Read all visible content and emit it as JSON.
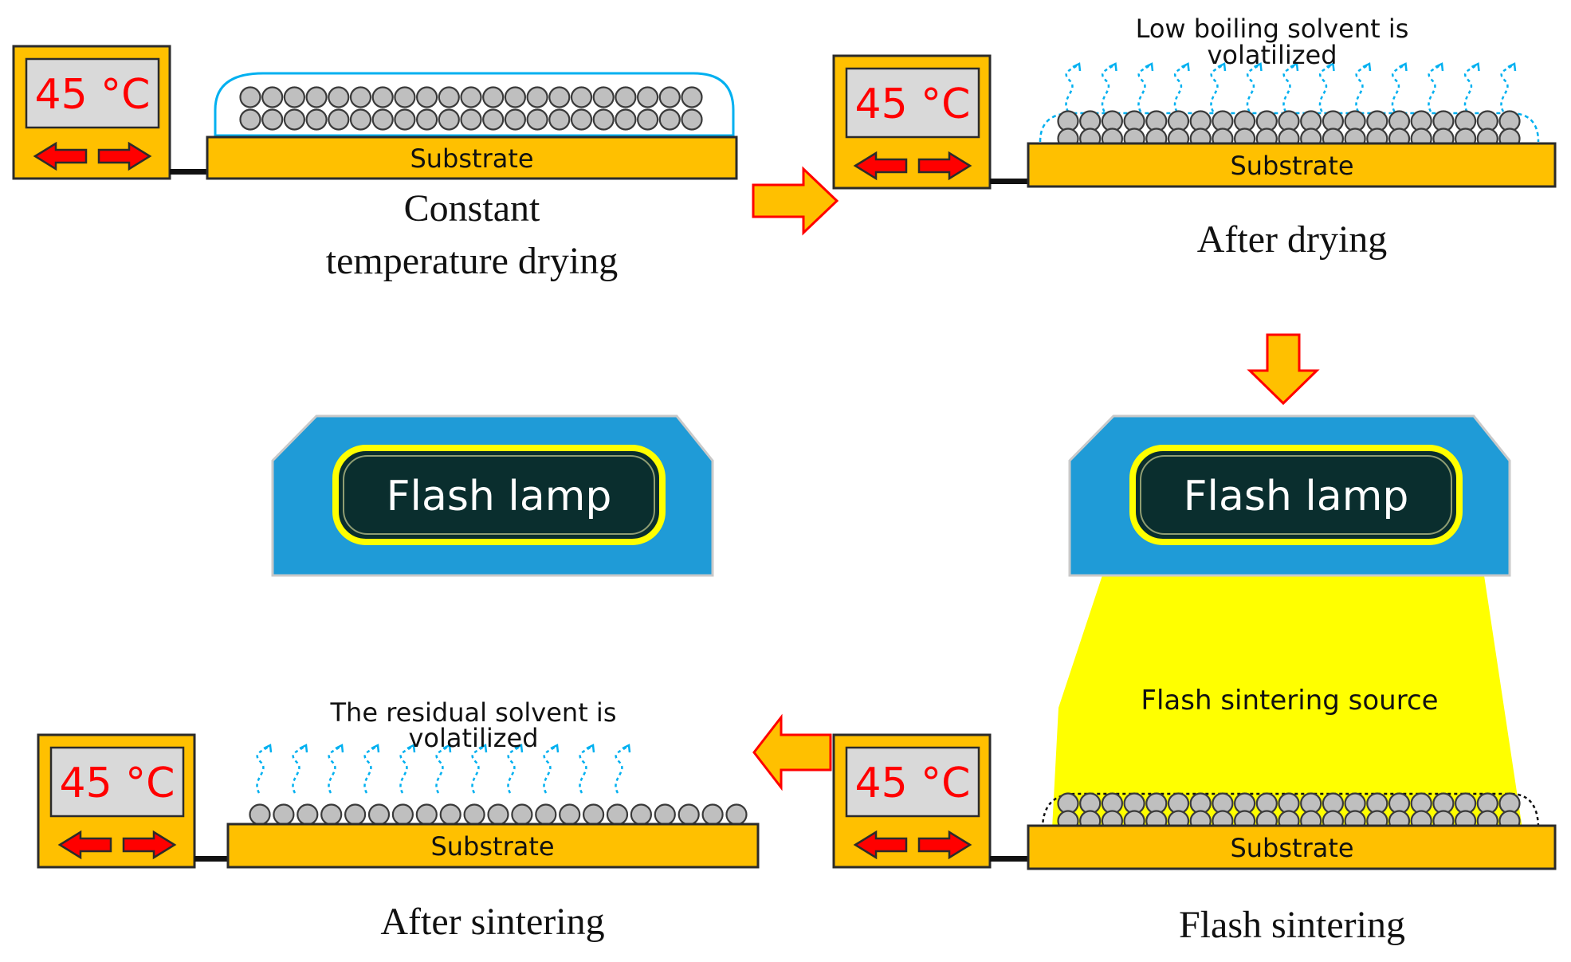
{
  "panels": {
    "constant_drying": {
      "temperature": "45 °C",
      "substrate": "Substrate",
      "caption_line1": "Constant",
      "caption_line2": "temperature drying"
    },
    "after_drying": {
      "temperature": "45 °C",
      "substrate": "Substrate",
      "note_line1": "Low boiling solvent is",
      "note_line2": "volatilized",
      "caption": "After drying"
    },
    "flash_sintering": {
      "temperature": "45 °C",
      "substrate": "Substrate",
      "lamp": "Flash lamp",
      "source": "Flash sintering source",
      "caption": "Flash sintering"
    },
    "after_sintering": {
      "temperature": "45 °C",
      "substrate": "Substrate",
      "lamp": "Flash lamp",
      "note_line1": "The residual solvent is",
      "note_line2": "volatilized",
      "caption": "After sintering"
    }
  },
  "colors": {
    "heater_body": "#FFC000",
    "display_screen": "#D9D9D9",
    "temperature_text": "#FF0000",
    "arrow_red": "#FF0000",
    "substrate": "#FFC000",
    "particle": "#BFBFBF",
    "solvent_line": "#00B0F0",
    "vapor": "#00B0F0",
    "lamp_housing": "#1F9BD7",
    "lamp_tube": "#0A2E2E",
    "lamp_glow": "#FFFF00",
    "light_beam": "#FFFF00",
    "flow_arrow": "#FFC000",
    "flow_arrow_outline": "#FF0000"
  }
}
